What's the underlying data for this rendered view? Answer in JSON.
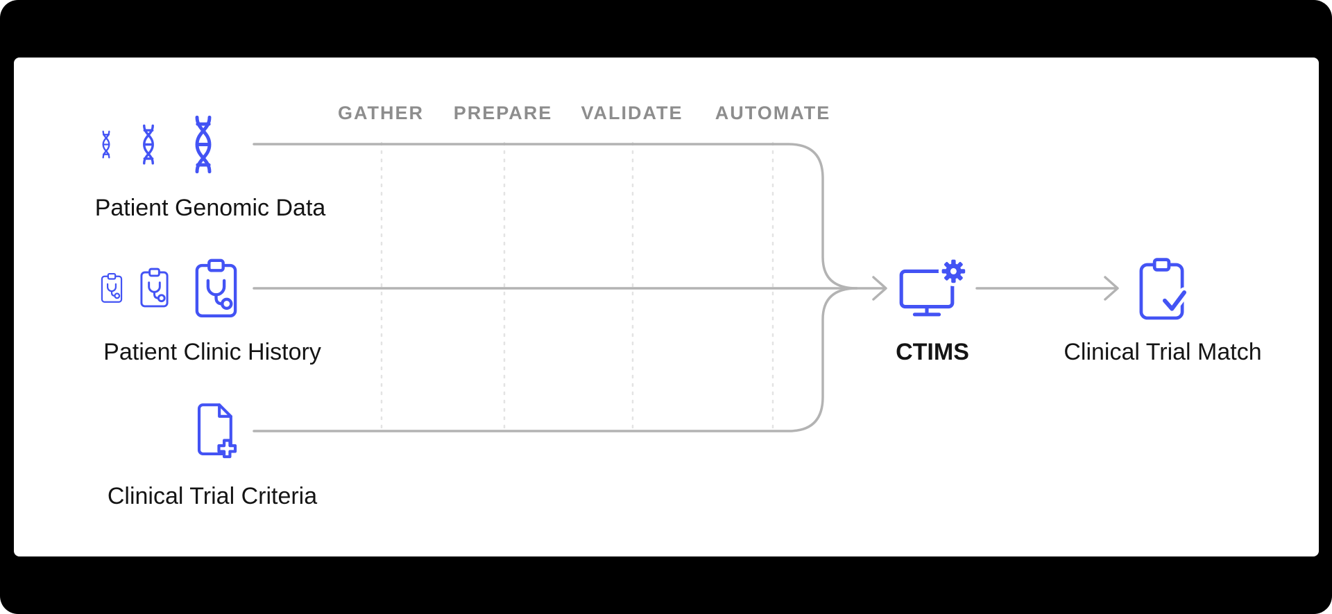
{
  "colors": {
    "accent_blue": "#4353f4",
    "line_gray": "#b3b3b3",
    "dash_gray": "#e3e3e3",
    "header_gray": "#8d8d8d",
    "label_dark": "#141414",
    "panel_bg": "#ffffff",
    "frame_bg": "#000000"
  },
  "stages": [
    {
      "label": "GATHER"
    },
    {
      "label": "PREPARE"
    },
    {
      "label": "VALIDATE"
    },
    {
      "label": "AUTOMATE"
    }
  ],
  "inputs": [
    {
      "label": "Patient Genomic Data",
      "icon": "dna-icon"
    },
    {
      "label": "Patient Clinic History",
      "icon": "clipboard-stethoscope-icon"
    },
    {
      "label": "Clinical Trial Criteria",
      "icon": "document-plus-icon"
    }
  ],
  "system": {
    "label": "CTIMS",
    "icon": "monitor-gear-icon"
  },
  "output": {
    "label": "Clinical Trial Match",
    "icon": "clipboard-check-icon"
  }
}
